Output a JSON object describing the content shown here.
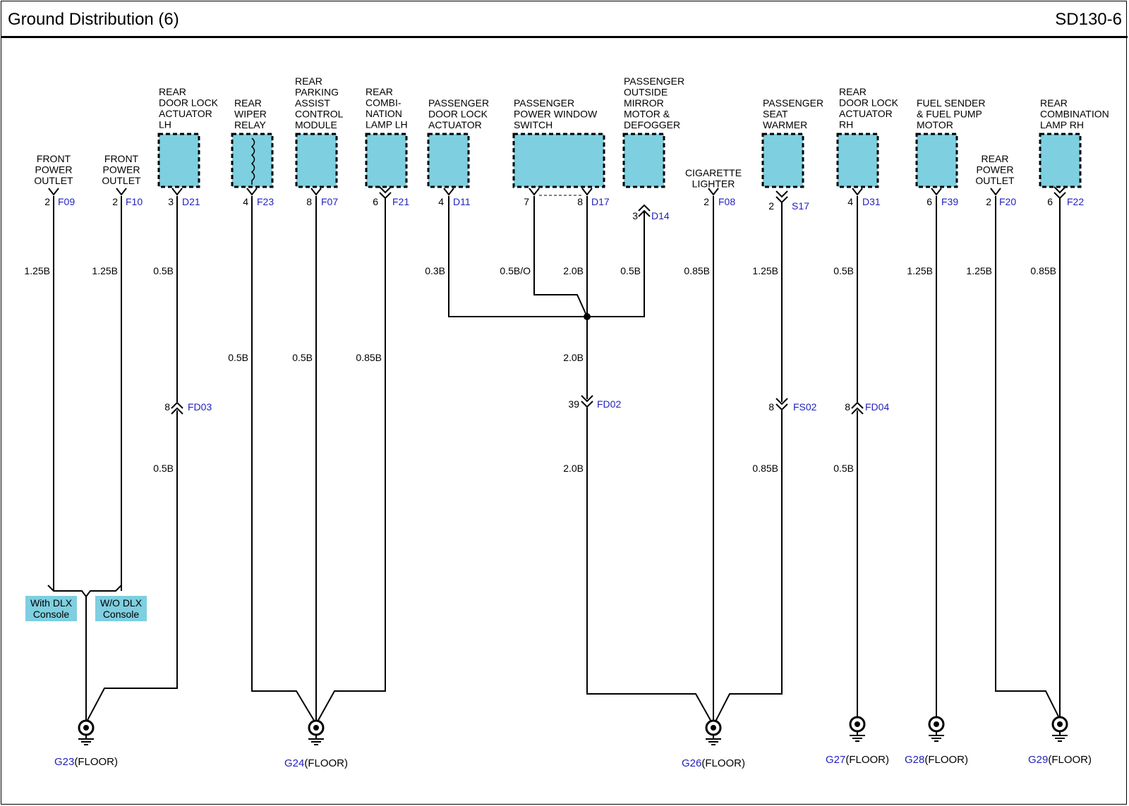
{
  "header": {
    "title": "Ground Distribution (6)",
    "code": "SD130-6"
  },
  "colors": {
    "component_fill": "#7ecfe0",
    "connector_text": "#1f1fbf",
    "wire": "#000000"
  },
  "components": [
    {
      "lines": [
        "FRONT",
        "POWER",
        "OUTLET"
      ]
    },
    {
      "lines": [
        "FRONT",
        "POWER",
        "OUTLET"
      ]
    },
    {
      "lines": [
        "REAR",
        "DOOR LOCK",
        "ACTUATOR",
        "LH"
      ]
    },
    {
      "lines": [
        "REAR",
        "WIPER",
        "RELAY"
      ]
    },
    {
      "lines": [
        "REAR",
        "PARKING",
        "ASSIST",
        "CONTROL",
        "MODULE"
      ]
    },
    {
      "lines": [
        "REAR",
        "COMBI-",
        "NATION",
        "LAMP LH"
      ]
    },
    {
      "lines": [
        "PASSENGER",
        "DOOR LOCK",
        "ACTUATOR"
      ]
    },
    {
      "lines": [
        "PASSENGER",
        "POWER WINDOW",
        "SWITCH"
      ]
    },
    {
      "lines": [
        "PASSENGER",
        "OUTSIDE",
        "MIRROR",
        "MOTOR &",
        "DEFOGGER"
      ]
    },
    {
      "lines": [
        "CIGARETTE",
        "LIGHTER"
      ]
    },
    {
      "lines": [
        "PASSENGER",
        "SEAT",
        "WARMER"
      ]
    },
    {
      "lines": [
        "REAR",
        "DOOR LOCK",
        "ACTUATOR",
        "RH"
      ]
    },
    {
      "lines": [
        "FUEL SENDER",
        "& FUEL PUMP",
        "MOTOR"
      ]
    },
    {
      "lines": [
        "REAR",
        "POWER",
        "OUTLET"
      ]
    },
    {
      "lines": [
        "REAR",
        "COMBINATION",
        "LAMP RH"
      ]
    }
  ],
  "connectors": [
    {
      "pin": "2",
      "id": "F09"
    },
    {
      "pin": "2",
      "id": "F10"
    },
    {
      "pin": "3",
      "id": "D21"
    },
    {
      "pin": "4",
      "id": "F23"
    },
    {
      "pin": "8",
      "id": "F07"
    },
    {
      "pin": "6",
      "id": "F21"
    },
    {
      "pin": "4",
      "id": "D11"
    },
    {
      "pin": "7",
      "id": ""
    },
    {
      "pin": "8",
      "id": "D17"
    },
    {
      "pin": "3",
      "id": "D14"
    },
    {
      "pin": "2",
      "id": "F08"
    },
    {
      "pin": "2",
      "id": "S17"
    },
    {
      "pin": "4",
      "id": "D31"
    },
    {
      "pin": "6",
      "id": "F39"
    },
    {
      "pin": "2",
      "id": "F20"
    },
    {
      "pin": "6",
      "id": "F22"
    }
  ],
  "inline_connectors": [
    {
      "pin": "8",
      "id": "FD03"
    },
    {
      "pin": "39",
      "id": "FD02"
    },
    {
      "pin": "8",
      "id": "FS02"
    },
    {
      "pin": "8",
      "id": "FD04"
    }
  ],
  "wire_labels": [
    "1.25B",
    "1.25B",
    "0.5B",
    "0.3B",
    "0.5B/O",
    "2.0B",
    "0.5B",
    "0.85B",
    "1.25B",
    "0.5B",
    "1.25B",
    "1.25B",
    "0.85B",
    "0.5B",
    "0.5B",
    "0.85B",
    "2.0B",
    "0.5B",
    "2.0B",
    "0.85B",
    "0.5B"
  ],
  "options": [
    "With DLX\nConsole",
    "W/O DLX\nConsole"
  ],
  "grounds": [
    {
      "id": "G23",
      "loc": "(FLOOR)"
    },
    {
      "id": "G24",
      "loc": "(FLOOR)"
    },
    {
      "id": "G26",
      "loc": "(FLOOR)"
    },
    {
      "id": "G27",
      "loc": "(FLOOR)"
    },
    {
      "id": "G28",
      "loc": "(FLOOR)"
    },
    {
      "id": "G29",
      "loc": "(FLOOR)"
    }
  ]
}
